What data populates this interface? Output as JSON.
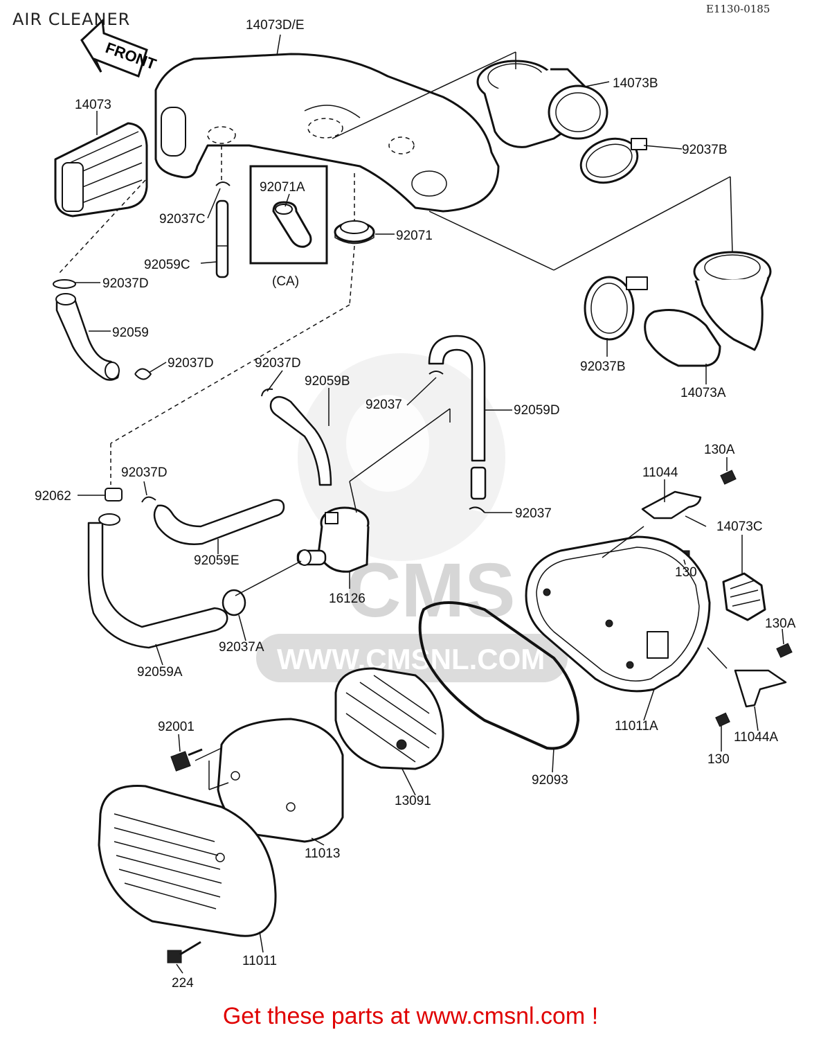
{
  "header": {
    "title": "AIR CLEANER",
    "ref_code": "E1130-0185"
  },
  "front_arrow": {
    "label": "FRONT"
  },
  "watermark": {
    "brand": "CMS",
    "url": "WWW.CMSNL.COM"
  },
  "labels": {
    "p14073de": "14073D/E",
    "p14073": "14073",
    "p14073b": "14073B",
    "p92037b_top": "92037B",
    "p92071a": "92071A",
    "ca": "(CA)",
    "p92071": "92071",
    "p92037c": "92037C",
    "p92059c": "92059C",
    "p92037d_1": "92037D",
    "p92059": "92059",
    "p92037d_2": "92037D",
    "p92037d_3": "92037D",
    "p92059b": "92059B",
    "p92037_1": "92037",
    "p92059d": "92059D",
    "p92037b_mid": "92037B",
    "p14073a": "14073A",
    "p92062": "92062",
    "p92037d_4": "92037D",
    "p92037_2": "92037",
    "p92059e": "92059E",
    "p16126": "16126",
    "p92037a": "92037A",
    "p92059a": "92059A",
    "p11044": "11044",
    "p130a_1": "130A",
    "p130_1": "130",
    "p14073c": "14073C",
    "p130a_2": "130A",
    "p11011a": "11011A",
    "p11044a": "11044A",
    "p130_2": "130",
    "p92001": "92001",
    "p13091": "13091",
    "p92093": "92093",
    "p11013": "11013",
    "p11011": "11011",
    "p224": "224"
  },
  "footer": {
    "text": "Get these parts at www.cmsnl.com !"
  }
}
